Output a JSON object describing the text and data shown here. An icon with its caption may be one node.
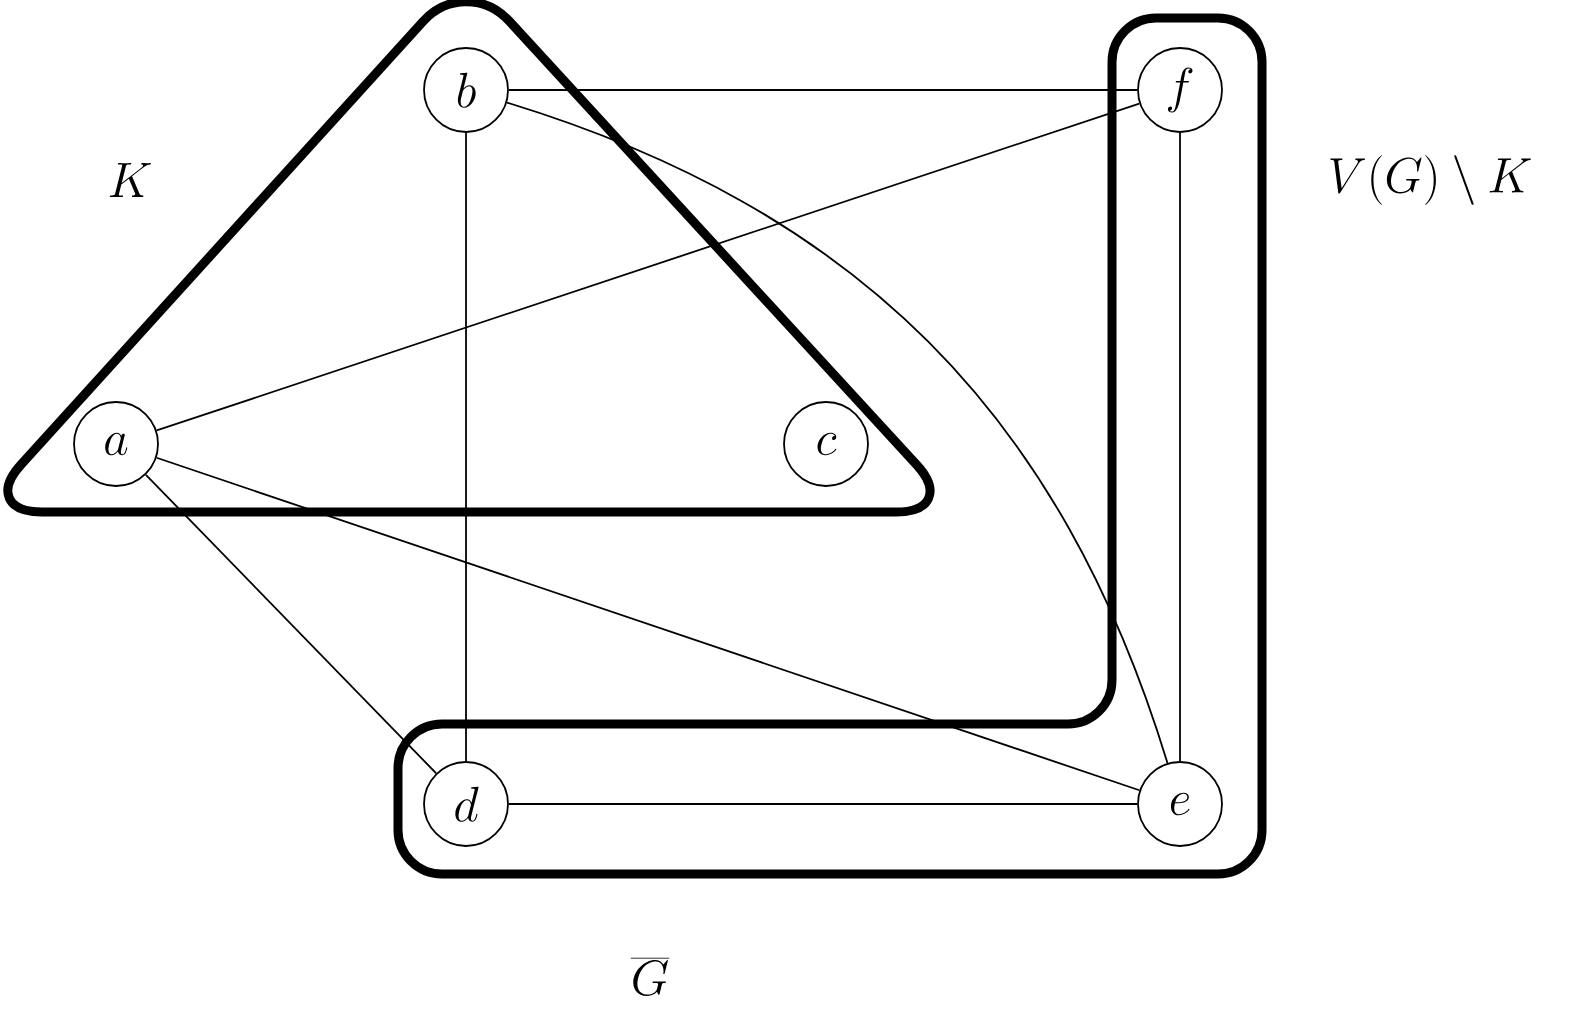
{
  "diagram": {
    "nodes": [
      {
        "text": [
          "K"
        ]
      },
      {
        "text": [
          "b"
        ],
        "in": 0
      },
      {
        "text": [
          "a"
        ],
        "in": 0
      },
      {
        "text": [
          "c"
        ],
        "in": 0
      },
      {
        "text": [
          "V(G) \\setminus K"
        ]
      },
      {
        "text": [
          "f"
        ],
        "in": 4
      },
      {
        "text": [
          "d"
        ],
        "in": 4
      },
      {
        "text": [
          "e"
        ],
        "in": 4
      }
    ],
    "edges": [
      {
        "from": 1,
        "to": 5,
        "arrow": "none"
      },
      {
        "from": 1,
        "to": 6,
        "arrow": "none"
      },
      {
        "from": 1,
        "to": 7,
        "arrow": "none"
      },
      {
        "from": 2,
        "to": 5,
        "arrow": "none"
      },
      {
        "from": 2,
        "to": 6,
        "arrow": "none"
      },
      {
        "from": 2,
        "to": 7,
        "arrow": "none"
      },
      {
        "from": 6,
        "to": 7,
        "arrow": "none"
      },
      {
        "from": 5,
        "to": 7,
        "arrow": "none"
      }
    ],
    "labels": [
      "\\overline{G}"
    ]
  }
}
